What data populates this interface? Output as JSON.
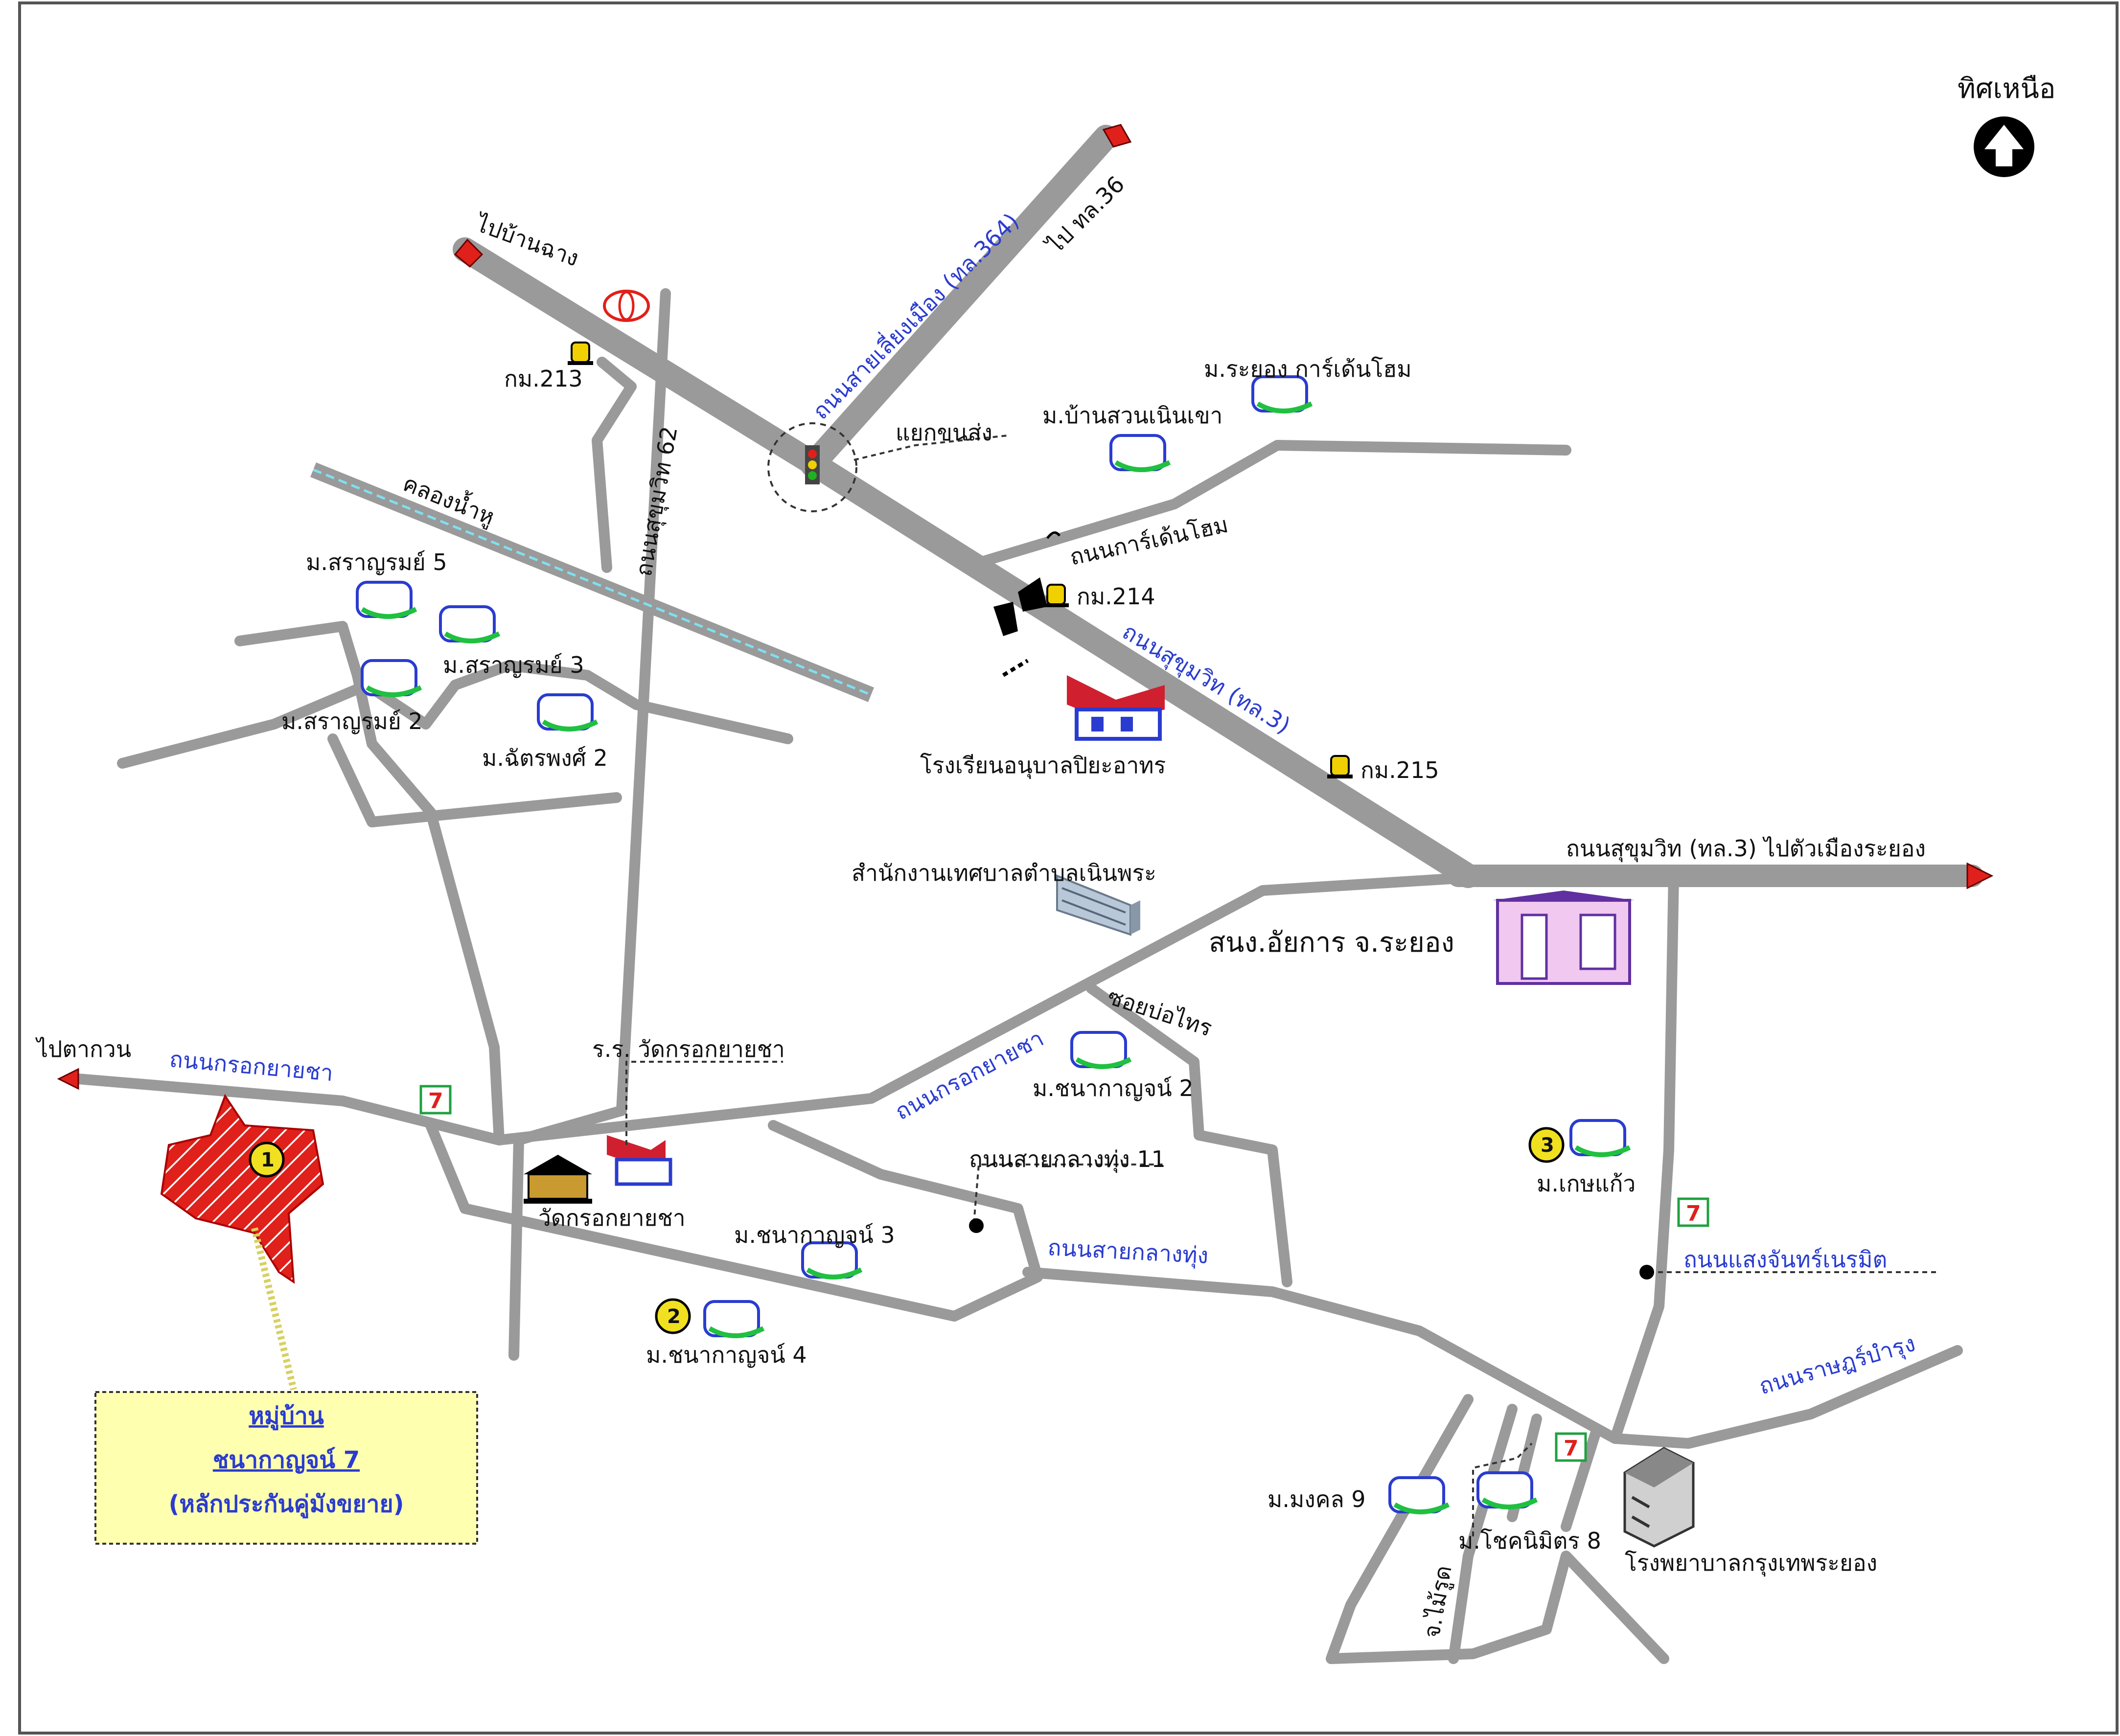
{
  "north": {
    "label": "ทิศเหนือ"
  },
  "labels": {
    "to_ban_chang": "ไปบ้านฉาง",
    "to_ho_36": "ไป ทล.36",
    "road_364": "ถนนสายเลี่ยงเมือง (ทล.364)",
    "km213": "กม.213",
    "km214": "กม.214",
    "km215": "กม.215",
    "sukhumvit62": "ถนนสุขุมวิท 62",
    "khlong": "คลองน้ำหู",
    "yaek_khonsong": "แยกขนส่ง",
    "rayong_garden_home": "ม.ระยอง การ์เด้นโฮม",
    "ban_suan_noen_khao": "ม.บ้านสวนเนินเขา",
    "garden_home_rd": "ถนนการ์เด้นโฮม",
    "saranrom5": "ม.สราญรมย์ 5",
    "saranrom3": "ม.สราญรมย์ 3",
    "saranrom2": "ม.สราญรมย์ 2",
    "chatphong2": "ม.ฉัตรพงศ์ 2",
    "sukhumvit_road": "ถนนสุขุมวิท (ทล.3)",
    "school": "โรงเรียนอนุบาลปิยะอาทร",
    "sukhumvit_to_city": "ถนนสุขุมวิท (ทล.3) ไปตัวเมืองระยอง",
    "municipal_office": "สำนักงานเทศบาลตำบลเนินพระ",
    "prosecutor": "สนง.อัยการ จ.ระยอง",
    "to_takuan": "ไปตากวน",
    "krok_yai_cha_rd": "ถนนกรอกยายชา",
    "krok_yai_cha_rd2": "ถนนกรอกยายชา",
    "school_wat": "ร.ร. วัดกรอกยายชา",
    "soi_bo_krai": "ซอยบ่อไทร",
    "chanakan2": "ม.ชนากาญจน์ 2",
    "sai_klang_thung11": "ถนนสายกลางทุ่ง 11",
    "wat": "วัดกรอกยายชา",
    "chanakan3": "ม.ชนากาญจน์ 3",
    "sai_klang_thung": "ถนนสายกลางทุ่ง",
    "chanakan4": "ม.ชนากาญจน์ 4",
    "ketkaew": "ม.เกษแก้ว",
    "saengchan": "ถนนแสงจันทร์เนรมิต",
    "ratchaburi_rd": "ถนนราษฎร์บำรุง",
    "mongkhon9": "ม.มงคล 9",
    "chokmit8": "ม.โชคนิมิตร 8",
    "jmairut": "จ.ไม้รูด",
    "hospital": "โรงพยาบาลกรุงเทพระยอง"
  },
  "markers": {
    "m1": "1",
    "m2": "2",
    "m3": "3"
  },
  "callout": {
    "line1": "หมู่บ้าน",
    "line2": "ชนากาญจน์ 7",
    "line3": "(หลักประกันคู่มังขยาย)"
  },
  "colors": {
    "road": "#9a9a9a",
    "road_label": "#2a3ccf",
    "arrow": "#e0201a",
    "callout_bg": "#ffffb0"
  }
}
